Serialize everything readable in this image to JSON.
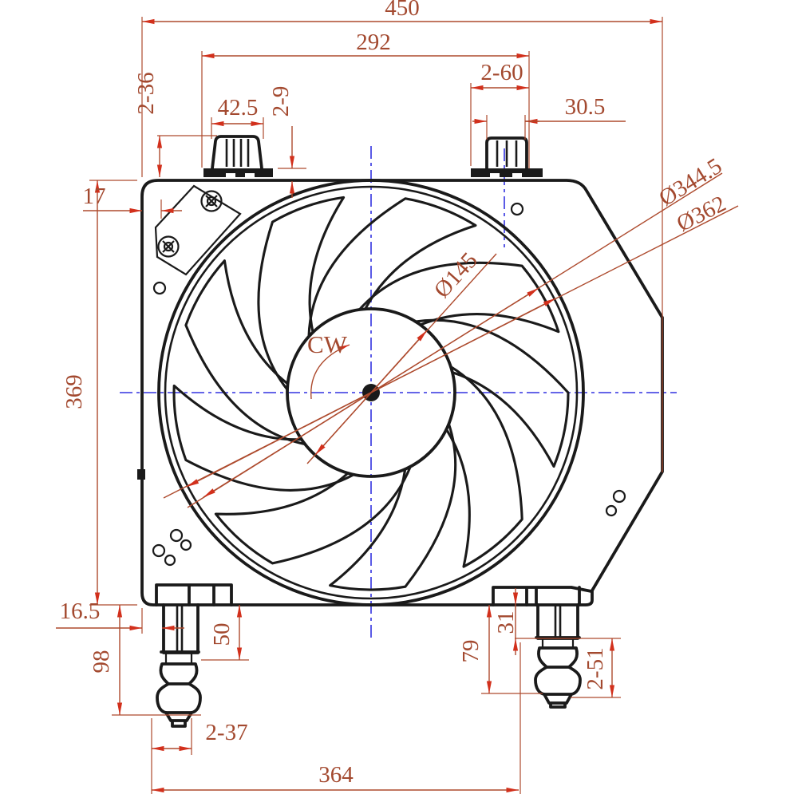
{
  "drawing": {
    "kind": "cooling-fan-shroud-assembly-technical-drawing",
    "fan": {
      "blade_count": 9,
      "rotation_label": "CW"
    },
    "dims": {
      "overall_width": "450",
      "mount_span": "292",
      "tab_height": "2-36",
      "connector_left_width": "42.5",
      "base_plate_height": "2-9",
      "connector_right_base": "2-60",
      "connector_right_width": "30.5",
      "bracket_offset": "17",
      "overall_height": "369",
      "blade_tip_dia": "Ø344.5",
      "opening_dia": "Ø362",
      "hub_dia": "Ø145",
      "edge_to_pin": "16.5",
      "pin_left_length": "98",
      "pin_left_upper": "50",
      "pin_spacing_bottom": "2-37",
      "pin_span": "364",
      "pin_right_length": "79",
      "pin_right_upper": "31",
      "bushing_length": "2-51"
    },
    "colors": {
      "background": "#ffffff",
      "outline": "#1a1a1a",
      "dimension_line": "#ad4a2d",
      "dimension_text": "#a3492f",
      "arrow": "#d2301c",
      "centerline": "#3232e0"
    }
  }
}
